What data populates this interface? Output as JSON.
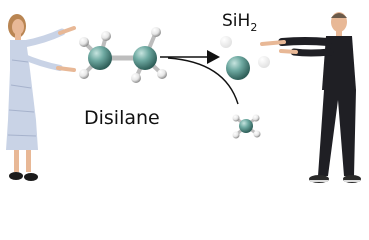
{
  "labels": {
    "reactant": "Disilane",
    "product_prefix": "SiH",
    "product_subscript": "2"
  },
  "colors": {
    "silicon": "#5f9a93",
    "silicon_highlight": "#a9d3cc",
    "hydrogen": "#f2f2f2",
    "hydrogen_shade": "#9a9a9a",
    "bond": "#b9b9b9",
    "arrow": "#111111",
    "person_left_dress": "#c9d3e6",
    "person_left_hair": "#b98552",
    "person_right_clothes": "#1f1f24",
    "skin": "#e8b896"
  },
  "icons": {
    "arrow": "arrow-icon",
    "curved_arrow": "curved-arrow-icon"
  }
}
